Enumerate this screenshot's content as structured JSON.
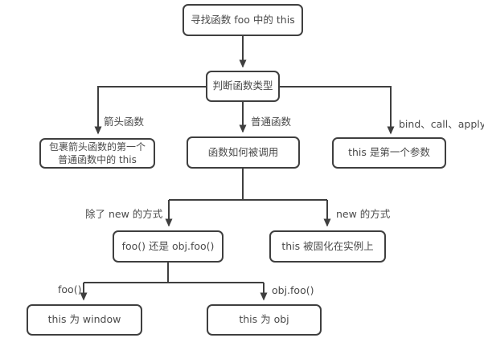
{
  "diagram": {
    "background_color": "#ffffff",
    "line_color": "#3f3f3f",
    "text_color": "#4a4a4a",
    "nodes": [
      {
        "id": "find-this",
        "label": "寻找函数 foo 中的 this"
      },
      {
        "id": "judge-type",
        "label": "判断函数类型"
      },
      {
        "id": "arrow-fn-result",
        "label": "包裹箭头函数的第一个普通函数中的 this"
      },
      {
        "id": "how-called",
        "label": "函数如何被调用"
      },
      {
        "id": "bind-result",
        "label": "this 是第一个参数"
      },
      {
        "id": "call-form",
        "label": "foo() 还是 obj.foo()"
      },
      {
        "id": "new-result",
        "label": "this 被固化在实例上"
      },
      {
        "id": "window-result",
        "label": "this 为 window"
      },
      {
        "id": "obj-result",
        "label": "this 为 obj"
      }
    ],
    "edge_labels": [
      {
        "id": "arrow-fn",
        "text": "箭头函数"
      },
      {
        "id": "normal-fn",
        "text": "普通函数"
      },
      {
        "id": "bind-call-apply",
        "text": "bind、call、apply"
      },
      {
        "id": "not-new",
        "text": "除了 new 的方式"
      },
      {
        "id": "new-way",
        "text": "new 的方式"
      },
      {
        "id": "foo-call",
        "text": "foo()"
      },
      {
        "id": "obj-foo-call",
        "text": "obj.foo()"
      }
    ]
  }
}
